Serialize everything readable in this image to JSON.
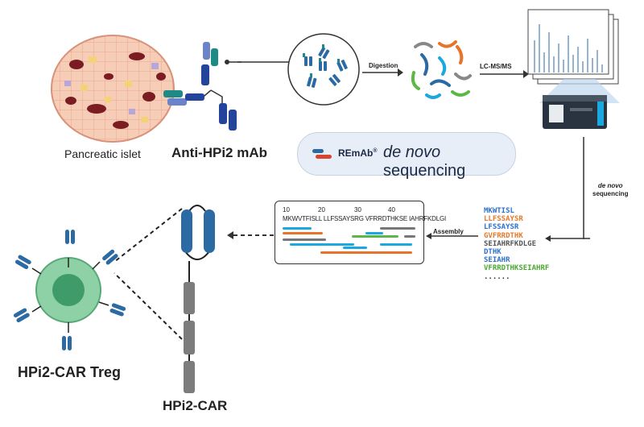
{
  "labels": {
    "islet": "Pancreatic islet",
    "mab": "Anti-HPi2 mAb",
    "digestion": "Digestion",
    "lcms": "LC-MS/MS",
    "denovo_line1": "de novo",
    "denovo_line2": "sequencing",
    "assembly": "Assembly",
    "treg": "HPi2-CAR Treg",
    "car": "HPi2-CAR"
  },
  "remab": {
    "brand": "REmAb",
    "reg": "®",
    "denovo": "de novo",
    "sequencing": " sequencing"
  },
  "peptides": [
    {
      "text": "MKWTISL",
      "color": "#2e6fd0"
    },
    {
      "text": "LLFSSAYSR",
      "color": "#e8782a"
    },
    {
      "text": "LFSSAYSR",
      "color": "#2e6fd0"
    },
    {
      "text": "GVFRRDTHK",
      "color": "#e8782a"
    },
    {
      "text": "SEIAHRFKDLGE",
      "color": "#555555"
    },
    {
      "text": "DTHK",
      "color": "#2e6fd0"
    },
    {
      "text": "SEIAHR",
      "color": "#2e6fd0"
    },
    {
      "text": "VFRRDTHKSEIAHRF",
      "color": "#4aa832"
    },
    {
      "text": "......",
      "color": "#333333"
    }
  ],
  "assembly": {
    "ruler": [
      "10",
      "20",
      "30",
      "40"
    ],
    "sequence": "MKWVTFISLL LLFSSAYSRG VFRRDTHKSE IAHRFKDLGI"
  },
  "colors": {
    "blue": "#2b6aa3",
    "dark_blue": "#23449a",
    "teal": "#1d8a86",
    "bar_blue": "#1aa8e0",
    "bar_orange": "#e8732a",
    "bar_grey": "#777777",
    "bar_green": "#5cb845",
    "cell_green": "#7ec89a"
  }
}
